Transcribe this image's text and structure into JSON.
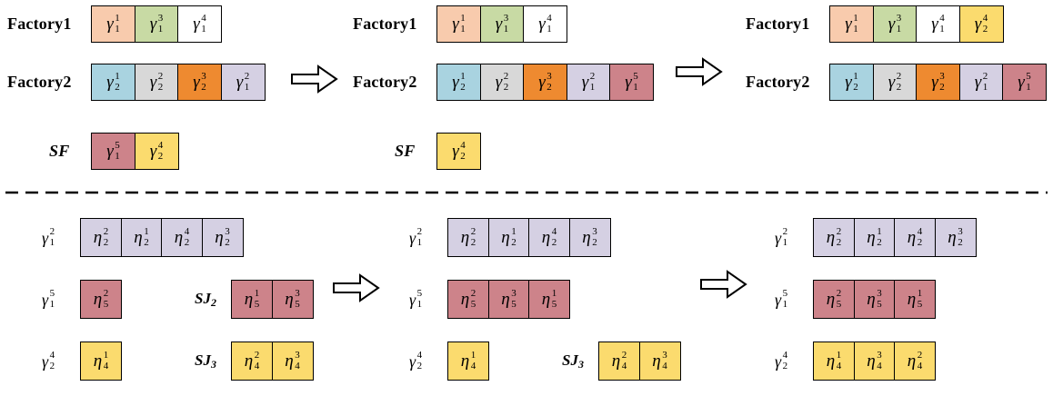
{
  "colors": {
    "peach": "#F8CBAD",
    "green": "#C8DAA4",
    "white": "#FFFFFF",
    "blue": "#A9D3E0",
    "gray": "#D8D8D8",
    "orange": "#EE8A30",
    "lavender": "#D5D0E3",
    "rose": "#CD838A",
    "yellow": "#FBDB6E"
  },
  "top_section": {
    "panels": [
      {
        "stage": 1,
        "rows": [
          {
            "label": "Factory1",
            "blocks": [
              {
                "base": "γ",
                "sup": "1",
                "sub": "1",
                "color": "peach"
              },
              {
                "base": "γ",
                "sup": "3",
                "sub": "1",
                "color": "green"
              },
              {
                "base": "γ",
                "sup": "4",
                "sub": "1",
                "color": "white"
              }
            ]
          },
          {
            "label": "Factory2",
            "blocks": [
              {
                "base": "γ",
                "sup": "1",
                "sub": "2",
                "color": "blue"
              },
              {
                "base": "γ",
                "sup": "2",
                "sub": "2",
                "color": "gray"
              },
              {
                "base": "γ",
                "sup": "3",
                "sub": "2",
                "color": "orange"
              },
              {
                "base": "γ",
                "sup": "2",
                "sub": "1",
                "color": "lavender"
              }
            ]
          },
          {
            "label": "SF",
            "blocks": [
              {
                "base": "γ",
                "sup": "5",
                "sub": "1",
                "color": "rose"
              },
              {
                "base": "γ",
                "sup": "4",
                "sub": "2",
                "color": "yellow"
              }
            ]
          }
        ]
      },
      {
        "stage": 2,
        "rows": [
          {
            "label": "Factory1",
            "blocks": [
              {
                "base": "γ",
                "sup": "1",
                "sub": "1",
                "color": "peach"
              },
              {
                "base": "γ",
                "sup": "3",
                "sub": "1",
                "color": "green"
              },
              {
                "base": "γ",
                "sup": "4",
                "sub": "1",
                "color": "white"
              }
            ]
          },
          {
            "label": "Factory2",
            "blocks": [
              {
                "base": "γ",
                "sup": "1",
                "sub": "2",
                "color": "blue"
              },
              {
                "base": "γ",
                "sup": "2",
                "sub": "2",
                "color": "gray"
              },
              {
                "base": "γ",
                "sup": "3",
                "sub": "2",
                "color": "orange"
              },
              {
                "base": "γ",
                "sup": "2",
                "sub": "1",
                "color": "lavender"
              },
              {
                "base": "γ",
                "sup": "5",
                "sub": "1",
                "color": "rose"
              }
            ]
          },
          {
            "label": "SF",
            "blocks": [
              {
                "base": "γ",
                "sup": "4",
                "sub": "2",
                "color": "yellow"
              }
            ]
          }
        ]
      },
      {
        "stage": 3,
        "rows": [
          {
            "label": "Factory1",
            "blocks": [
              {
                "base": "γ",
                "sup": "1",
                "sub": "1",
                "color": "peach"
              },
              {
                "base": "γ",
                "sup": "3",
                "sub": "1",
                "color": "green"
              },
              {
                "base": "γ",
                "sup": "4",
                "sub": "1",
                "color": "white"
              },
              {
                "base": "γ",
                "sup": "4",
                "sub": "2",
                "color": "yellow"
              }
            ]
          },
          {
            "label": "Factory2",
            "blocks": [
              {
                "base": "γ",
                "sup": "1",
                "sub": "2",
                "color": "blue"
              },
              {
                "base": "γ",
                "sup": "2",
                "sub": "2",
                "color": "gray"
              },
              {
                "base": "γ",
                "sup": "3",
                "sub": "2",
                "color": "orange"
              },
              {
                "base": "γ",
                "sup": "2",
                "sub": "1",
                "color": "lavender"
              },
              {
                "base": "γ",
                "sup": "5",
                "sub": "1",
                "color": "rose"
              }
            ]
          }
        ]
      }
    ]
  },
  "bottom_section": {
    "panels": [
      {
        "stage": 1,
        "rows": [
          {
            "label": {
              "base": "γ",
              "sup": "2",
              "sub": "1"
            },
            "groups": [
              {
                "blocks": [
                  {
                    "base": "η",
                    "sup": "2",
                    "sub": "2",
                    "color": "lavender"
                  },
                  {
                    "base": "η",
                    "sup": "1",
                    "sub": "2",
                    "color": "lavender"
                  },
                  {
                    "base": "η",
                    "sup": "4",
                    "sub": "2",
                    "color": "lavender"
                  },
                  {
                    "base": "η",
                    "sup": "3",
                    "sub": "2",
                    "color": "lavender"
                  }
                ]
              }
            ]
          },
          {
            "label": {
              "base": "γ",
              "sup": "5",
              "sub": "1"
            },
            "groups": [
              {
                "blocks": [
                  {
                    "base": "η",
                    "sup": "2",
                    "sub": "5",
                    "color": "rose"
                  }
                ]
              },
              {
                "label": {
                  "text": "SJ",
                  "sub": "2"
                },
                "blocks": [
                  {
                    "base": "η",
                    "sup": "1",
                    "sub": "5",
                    "color": "rose"
                  },
                  {
                    "base": "η",
                    "sup": "3",
                    "sub": "5",
                    "color": "rose"
                  }
                ]
              }
            ]
          },
          {
            "label": {
              "base": "γ",
              "sup": "4",
              "sub": "2"
            },
            "groups": [
              {
                "blocks": [
                  {
                    "base": "η",
                    "sup": "1",
                    "sub": "4",
                    "color": "yellow"
                  }
                ]
              },
              {
                "label": {
                  "text": "SJ",
                  "sub": "3"
                },
                "blocks": [
                  {
                    "base": "η",
                    "sup": "2",
                    "sub": "4",
                    "color": "yellow"
                  },
                  {
                    "base": "η",
                    "sup": "3",
                    "sub": "4",
                    "color": "yellow"
                  }
                ]
              }
            ]
          }
        ]
      },
      {
        "stage": 2,
        "rows": [
          {
            "label": {
              "base": "γ",
              "sup": "2",
              "sub": "1"
            },
            "groups": [
              {
                "blocks": [
                  {
                    "base": "η",
                    "sup": "2",
                    "sub": "2",
                    "color": "lavender"
                  },
                  {
                    "base": "η",
                    "sup": "1",
                    "sub": "2",
                    "color": "lavender"
                  },
                  {
                    "base": "η",
                    "sup": "4",
                    "sub": "2",
                    "color": "lavender"
                  },
                  {
                    "base": "η",
                    "sup": "3",
                    "sub": "2",
                    "color": "lavender"
                  }
                ]
              }
            ]
          },
          {
            "label": {
              "base": "γ",
              "sup": "5",
              "sub": "1"
            },
            "groups": [
              {
                "blocks": [
                  {
                    "base": "η",
                    "sup": "2",
                    "sub": "5",
                    "color": "rose"
                  },
                  {
                    "base": "η",
                    "sup": "3",
                    "sub": "5",
                    "color": "rose"
                  },
                  {
                    "base": "η",
                    "sup": "1",
                    "sub": "5",
                    "color": "rose"
                  }
                ]
              }
            ]
          },
          {
            "label": {
              "base": "γ",
              "sup": "4",
              "sub": "2"
            },
            "groups": [
              {
                "blocks": [
                  {
                    "base": "η",
                    "sup": "1",
                    "sub": "4",
                    "color": "yellow"
                  }
                ]
              },
              {
                "label": {
                  "text": "SJ",
                  "sub": "3"
                },
                "blocks": [
                  {
                    "base": "η",
                    "sup": "2",
                    "sub": "4",
                    "color": "yellow"
                  },
                  {
                    "base": "η",
                    "sup": "3",
                    "sub": "4",
                    "color": "yellow"
                  }
                ]
              }
            ]
          }
        ]
      },
      {
        "stage": 3,
        "rows": [
          {
            "label": {
              "base": "γ",
              "sup": "2",
              "sub": "1"
            },
            "groups": [
              {
                "blocks": [
                  {
                    "base": "η",
                    "sup": "2",
                    "sub": "2",
                    "color": "lavender"
                  },
                  {
                    "base": "η",
                    "sup": "1",
                    "sub": "2",
                    "color": "lavender"
                  },
                  {
                    "base": "η",
                    "sup": "4",
                    "sub": "2",
                    "color": "lavender"
                  },
                  {
                    "base": "η",
                    "sup": "3",
                    "sub": "2",
                    "color": "lavender"
                  }
                ]
              }
            ]
          },
          {
            "label": {
              "base": "γ",
              "sup": "5",
              "sub": "1"
            },
            "groups": [
              {
                "blocks": [
                  {
                    "base": "η",
                    "sup": "2",
                    "sub": "5",
                    "color": "rose"
                  },
                  {
                    "base": "η",
                    "sup": "3",
                    "sub": "5",
                    "color": "rose"
                  },
                  {
                    "base": "η",
                    "sup": "1",
                    "sub": "5",
                    "color": "rose"
                  }
                ]
              }
            ]
          },
          {
            "label": {
              "base": "γ",
              "sup": "4",
              "sub": "2"
            },
            "groups": [
              {
                "blocks": [
                  {
                    "base": "η",
                    "sup": "1",
                    "sub": "4",
                    "color": "yellow"
                  },
                  {
                    "base": "η",
                    "sup": "3",
                    "sub": "4",
                    "color": "yellow"
                  },
                  {
                    "base": "η",
                    "sup": "2",
                    "sub": "4",
                    "color": "yellow"
                  }
                ]
              }
            ]
          }
        ]
      }
    ]
  }
}
